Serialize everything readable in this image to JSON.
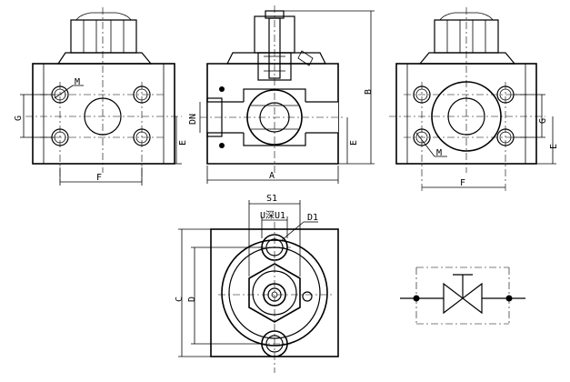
{
  "labels": {
    "M": "M",
    "G": "G",
    "E": "E",
    "F": "F",
    "A": "A",
    "B": "B",
    "DN": "DN",
    "S1": "S1",
    "U_U1": "U深U1",
    "D1": "D1",
    "C": "C",
    "D": "D"
  },
  "colors": {
    "line": "#000000",
    "background": "#ffffff"
  },
  "symbol": {
    "type": "ball-valve-symbol"
  }
}
